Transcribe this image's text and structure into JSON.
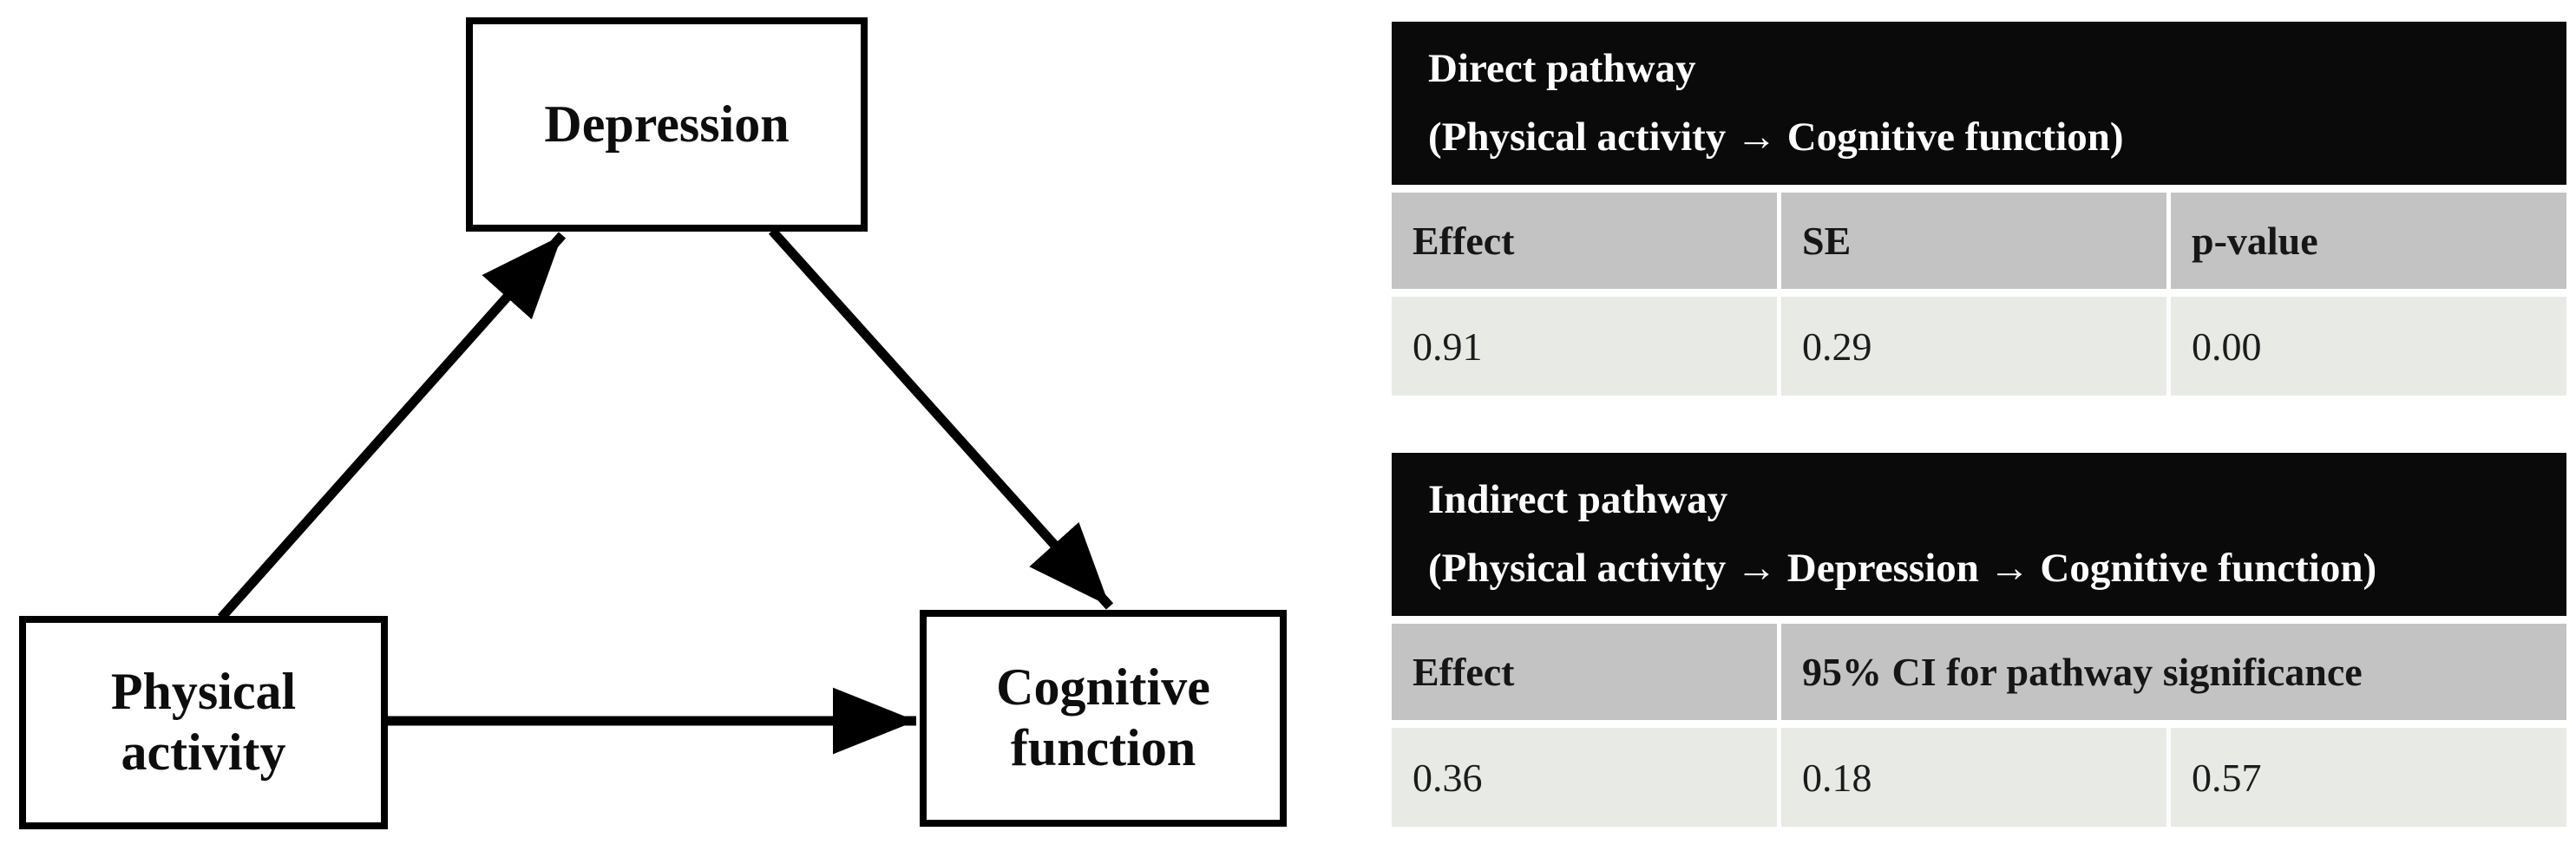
{
  "figure": {
    "type": "mediation-path-diagram-with-result-tables",
    "background": "#ffffff"
  },
  "diagram": {
    "nodes": {
      "depression": {
        "label": "Depression"
      },
      "physical_activity": {
        "label": "Physical activity"
      },
      "cognitive_function": {
        "label": "Cognitive function"
      }
    },
    "edges": [
      {
        "from": "physical_activity",
        "to": "depression"
      },
      {
        "from": "depression",
        "to": "cognitive_function"
      },
      {
        "from": "physical_activity",
        "to": "cognitive_function"
      }
    ]
  },
  "tables": {
    "direct": {
      "title_line1": "Direct pathway",
      "title_line2": "(Physical activity → Cognitive function)",
      "columns": [
        "Effect",
        "SE",
        "p-value"
      ],
      "values": [
        "0.91",
        "0.29",
        "0.00"
      ]
    },
    "indirect": {
      "title_line1": "Indirect pathway",
      "title_line2": "(Physical activity → Depression → Cognitive function)",
      "columns": [
        "Effect",
        "95% CI for pathway significance"
      ],
      "values": [
        "0.36",
        "0.18",
        "0.57"
      ]
    }
  },
  "colors": {
    "title_bar_bg": "#0a0a0a",
    "title_bar_text": "#ffffff",
    "column_header_bg": "#c3c3c3",
    "data_row_bg": "#e8eae6",
    "line_and_border": "#000000"
  }
}
